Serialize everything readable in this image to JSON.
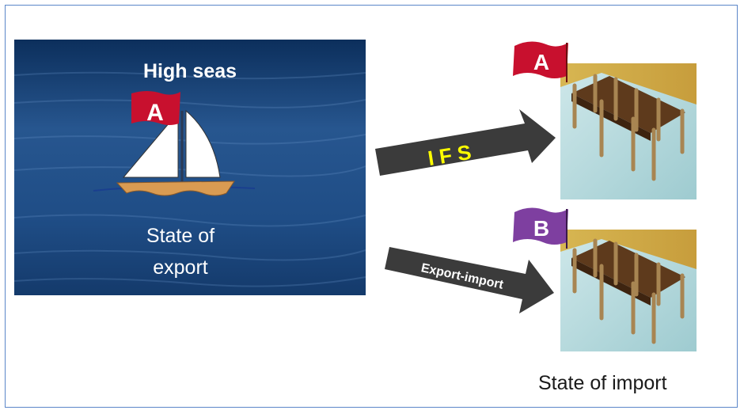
{
  "sea": {
    "title": "High seas",
    "state_line1": "State of",
    "state_line2": "export",
    "flag_letter": "A"
  },
  "arrows": {
    "upper_label": "I F S",
    "lower_label": "Export-import"
  },
  "docks": {
    "top_flag_letter": "A",
    "bottom_flag_letter": "B"
  },
  "caption": "State of import",
  "colors": {
    "flag_a": "#c8102e",
    "flag_b": "#7e3fa0",
    "arrow": "#3b3b3b",
    "ifs_text": "#ffff00",
    "frame": "#5b86c9"
  }
}
